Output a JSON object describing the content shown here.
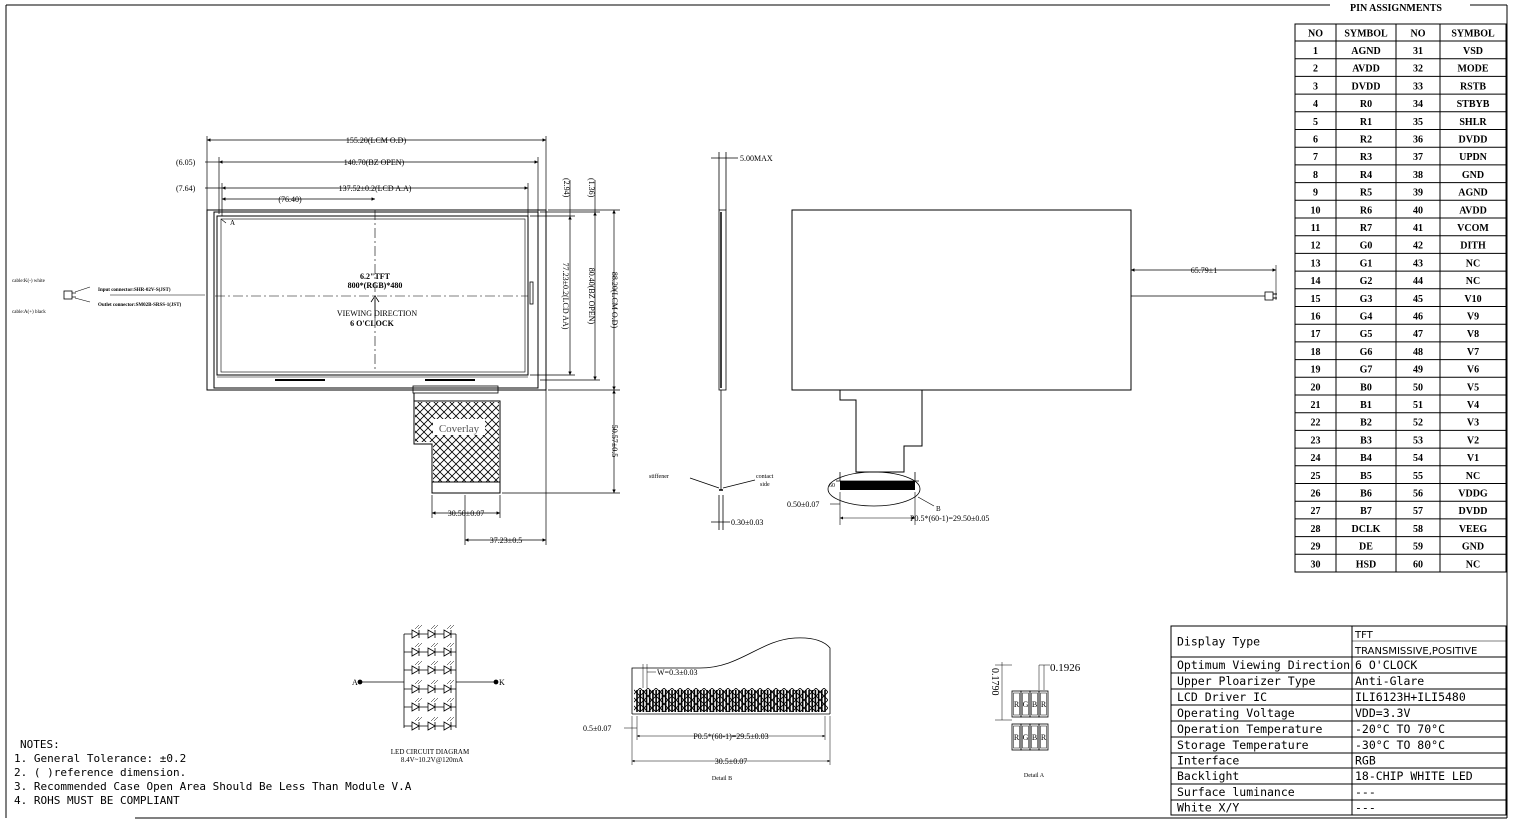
{
  "lcm_drawing": {
    "dim_lcm_width": "155.20(LCM O.D)",
    "dim_bz_open_width": "140.70(BZ OPEN)",
    "dim_lcd_aa_width": "137.52±0.2(LCD A.A)",
    "dim_half_width": "(76.40)",
    "dim_left_605": "(6.05)",
    "dim_left_764": "(7.64)",
    "dim_top_294": "(2.94)",
    "dim_top_136": "(1.36)",
    "dim_lcd_aa_height": "77.23±0.2(LCD AA)",
    "dim_bz_open_height": "80.40(BZ OPEN)",
    "dim_lcm_height": "88.20(LCM O.D)",
    "dim_fpc_length": "50.57±0.5",
    "dim_fpc_width": "30.50±0.07",
    "dim_fpc_offset": "37.23±0.5",
    "marker_a": "A",
    "panel_size": "6.2\"TFT",
    "panel_resolution": "800*(RGB)*480",
    "viewing_direction_label": "VIEWING DIRECTION",
    "viewing_direction_value": "6 O'CLOCK",
    "coverlay_label": "Coverlay",
    "cable_white": "cable:K(-) white",
    "cable_black": "cable:A(+) black",
    "input_connector": "Input connector:SHR-02V-S(JST)",
    "outlet_connector": "Outlet connector:SM02B-SRSS-1(JST)"
  },
  "side_view": {
    "dim_thickness": "5.00MAX",
    "stiffener_label": "stiffener",
    "contact_side_label_1": "contact",
    "contact_side_label_2": "side",
    "dim_stiffener": "0.30±0.03"
  },
  "rear_view": {
    "dim_cable": "65.79±1",
    "label_b": "B",
    "pin_60_label": "60",
    "dim_pad_offset": "0.50±0.07",
    "dim_pad_pitch": "P0.5*(60-1)=29.50±0.05"
  },
  "led_circuit": {
    "anode_label": "A",
    "cathode_label": "K",
    "title": "LED CIRCUIT DIAGRAM",
    "spec": "8.4V~10.2V@120mA"
  },
  "detail_b": {
    "dim_w": "W=0.3±0.03",
    "dim_offset": "0.5±0.07",
    "dim_pitch": "P0.5*(60-1)=29.5±0.03",
    "dim_total": "30.5±0.07",
    "caption": "Detail B"
  },
  "detail_a": {
    "dim_height": "0.1790",
    "dim_width": "0.1926",
    "subpixels": [
      "R",
      "G",
      "B",
      "R"
    ],
    "caption": "Detail A"
  },
  "notes": {
    "title": "NOTES:",
    "items": [
      "1. General Tolerance: ±0.2",
      "2. (   )reference dimension.",
      "3. Recommended Case Open Area Should Be Less Than Module V.A",
      "4. ROHS  MUST BE COMPLIANT"
    ]
  },
  "pin_assignments": {
    "title": "PIN ASSIGNMENTS",
    "headers": [
      "NO",
      "SYMBOL",
      "NO",
      "SYMBOL"
    ],
    "rows": [
      [
        "1",
        "AGND",
        "31",
        "VSD"
      ],
      [
        "2",
        "AVDD",
        "32",
        "MODE"
      ],
      [
        "3",
        "DVDD",
        "33",
        "RSTB"
      ],
      [
        "4",
        "R0",
        "34",
        "STBYB"
      ],
      [
        "5",
        "R1",
        "35",
        "SHLR"
      ],
      [
        "6",
        "R2",
        "36",
        "DVDD"
      ],
      [
        "7",
        "R3",
        "37",
        "UPDN"
      ],
      [
        "8",
        "R4",
        "38",
        "GND"
      ],
      [
        "9",
        "R5",
        "39",
        "AGND"
      ],
      [
        "10",
        "R6",
        "40",
        "AVDD"
      ],
      [
        "11",
        "R7",
        "41",
        "VCOM"
      ],
      [
        "12",
        "G0",
        "42",
        "DITH"
      ],
      [
        "13",
        "G1",
        "43",
        "NC"
      ],
      [
        "14",
        "G2",
        "44",
        "NC"
      ],
      [
        "15",
        "G3",
        "45",
        "V10"
      ],
      [
        "16",
        "G4",
        "46",
        "V9"
      ],
      [
        "17",
        "G5",
        "47",
        "V8"
      ],
      [
        "18",
        "G6",
        "48",
        "V7"
      ],
      [
        "19",
        "G7",
        "49",
        "V6"
      ],
      [
        "20",
        "B0",
        "50",
        "V5"
      ],
      [
        "21",
        "B1",
        "51",
        "V4"
      ],
      [
        "22",
        "B2",
        "52",
        "V3"
      ],
      [
        "23",
        "B3",
        "53",
        "V2"
      ],
      [
        "24",
        "B4",
        "54",
        "V1"
      ],
      [
        "25",
        "B5",
        "55",
        "NC"
      ],
      [
        "26",
        "B6",
        "56",
        "VDDG"
      ],
      [
        "27",
        "B7",
        "57",
        "DVDD"
      ],
      [
        "28",
        "DCLK",
        "58",
        "VEEG"
      ],
      [
        "29",
        "DE",
        "59",
        "GND"
      ],
      [
        "30",
        "HSD",
        "60",
        "NC"
      ]
    ]
  },
  "specs": {
    "rows": [
      {
        "label": "Display Type",
        "value": "TFT",
        "value2": "TRANSMISSIVE,POSITIVE"
      },
      {
        "label": "Optimum Viewing Direction",
        "value": "6 O'CLOCK"
      },
      {
        "label": "Upper Ploarizer Type",
        "value": "Anti-Glare"
      },
      {
        "label": "LCD Driver IC",
        "value": "ILI6123H+ILI5480"
      },
      {
        "label": "Operating Voltage",
        "value": "VDD=3.3V"
      },
      {
        "label": "Operation Temperature",
        "value": "-20°C TO 70°C"
      },
      {
        "label": "Storage Temperature",
        "value": "-30°C TO 80°C"
      },
      {
        "label": "Interface",
        "value": "RGB"
      },
      {
        "label": "Backlight",
        "value": "18-CHIP WHITE LED"
      },
      {
        "label": "Surface luminance",
        "value": "---"
      },
      {
        "label": "White X/Y",
        "value": "---"
      }
    ]
  }
}
